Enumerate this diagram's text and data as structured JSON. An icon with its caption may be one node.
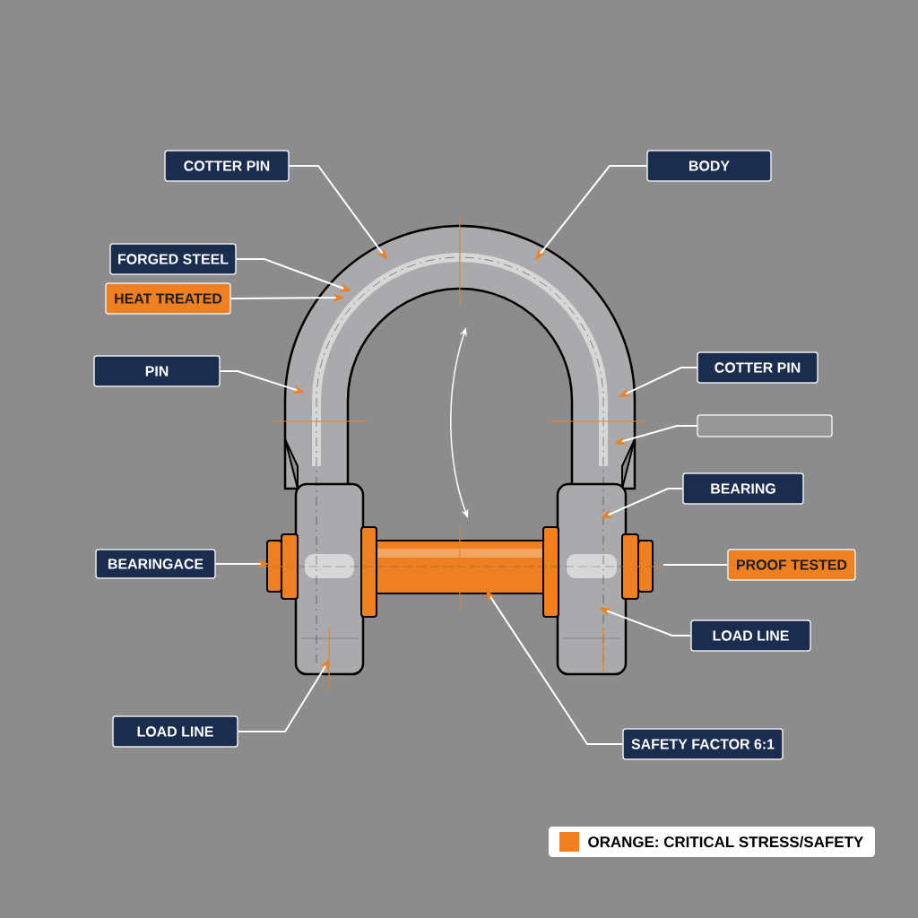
{
  "diagram": {
    "nodes": [
      {
        "text": [
          "COTTER PIN"
        ]
      },
      {
        "text": [
          "BODY"
        ]
      },
      {
        "text": [
          "FORGED STEEL"
        ]
      },
      {
        "text": [
          "HEAT TREATED"
        ]
      },
      {
        "text": [
          "PIN"
        ]
      },
      {
        "text": [
          "COTTER PIN"
        ]
      },
      {
        "text": [],
        "shape": "box"
      },
      {
        "text": [
          "BEARING"
        ]
      },
      {
        "text": [
          "BEARINGACE"
        ]
      },
      {
        "text": [
          "PROOF TESTED"
        ]
      },
      {
        "text": [
          "LOAD LINE"
        ]
      },
      {
        "text": [
          "LOAD LINE"
        ]
      },
      {
        "text": [
          "SAFETY FACTOR 6:1"
        ]
      }
    ],
    "edges": [
      {
        "from": 0,
        "to": null,
        "arrow": "to"
      },
      {
        "from": 1,
        "to": null,
        "arrow": "to"
      },
      {
        "from": 2,
        "to": null,
        "arrow": "to"
      },
      {
        "from": 3,
        "to": null,
        "arrow": "to"
      },
      {
        "from": 4,
        "to": null,
        "arrow": "to"
      },
      {
        "from": 5,
        "to": null,
        "arrow": "to"
      },
      {
        "from": 6,
        "to": null,
        "arrow": "to"
      },
      {
        "from": 7,
        "to": null,
        "arrow": "to"
      },
      {
        "from": 8,
        "to": null,
        "arrow": "to"
      },
      {
        "from": 9,
        "to": null,
        "arrow": "none"
      },
      {
        "from": 10,
        "to": null,
        "arrow": "to"
      },
      {
        "from": 11,
        "to": null,
        "arrow": "to"
      },
      {
        "from": 12,
        "to": null,
        "arrow": "to"
      }
    ],
    "legend": [
      {
        "text": "ORANGE: CRITICAL STRESS/SAFETY",
        "color": "#f08020"
      }
    ]
  }
}
